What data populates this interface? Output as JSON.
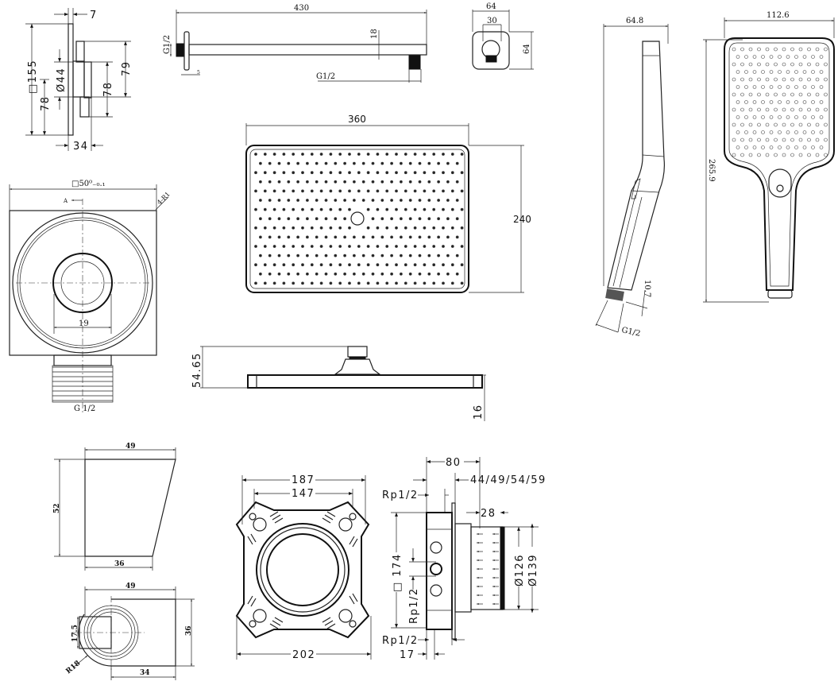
{
  "wall_plate_side": {
    "thickness": "7",
    "plate_size": "□155",
    "center": "78",
    "diameter": "Ø44",
    "body_height_upper": "79",
    "body_height_lower": "78",
    "depth": "34"
  },
  "shower_arm": {
    "length": "430",
    "inlet_thread": "G1/2",
    "tube": "18",
    "outlet_thread": "G1/2",
    "flange": "5"
  },
  "wall_outlet_front": {
    "width": "64",
    "inner": "30",
    "height": "64"
  },
  "rain_head_top": {
    "width": "360",
    "depth": "240"
  },
  "rain_head_side": {
    "height": "54.65",
    "thickness": "16"
  },
  "wall_connector": {
    "size": "□50⁰₋₀.₁",
    "radius": "4-R1",
    "section": "A",
    "slot": "19",
    "thread": "G 1/2"
  },
  "hand_shower": {
    "side_depth": "64.8",
    "length": "265.9",
    "width": "112.6",
    "connector": "10.7",
    "thread": "G1/2"
  },
  "holder_side": {
    "top": "49",
    "height": "52",
    "bottom": "36"
  },
  "holder_top": {
    "width": "49",
    "height": "36",
    "opening": "17.5",
    "radius": "R18",
    "offset": "34"
  },
  "mounting_frame": {
    "outer": "187",
    "inner": "147",
    "overall": "202"
  },
  "valve_body": {
    "depth": "80",
    "wall_depths": "44/49/54/59",
    "port_top": "Rp1/2",
    "port_mid": "Rp1/2",
    "port_bottom": "Rp1/2",
    "flange": "28",
    "size": "□ 174",
    "inner_dia": "Ø126",
    "outer_dia": "Ø139",
    "offset": "17"
  }
}
